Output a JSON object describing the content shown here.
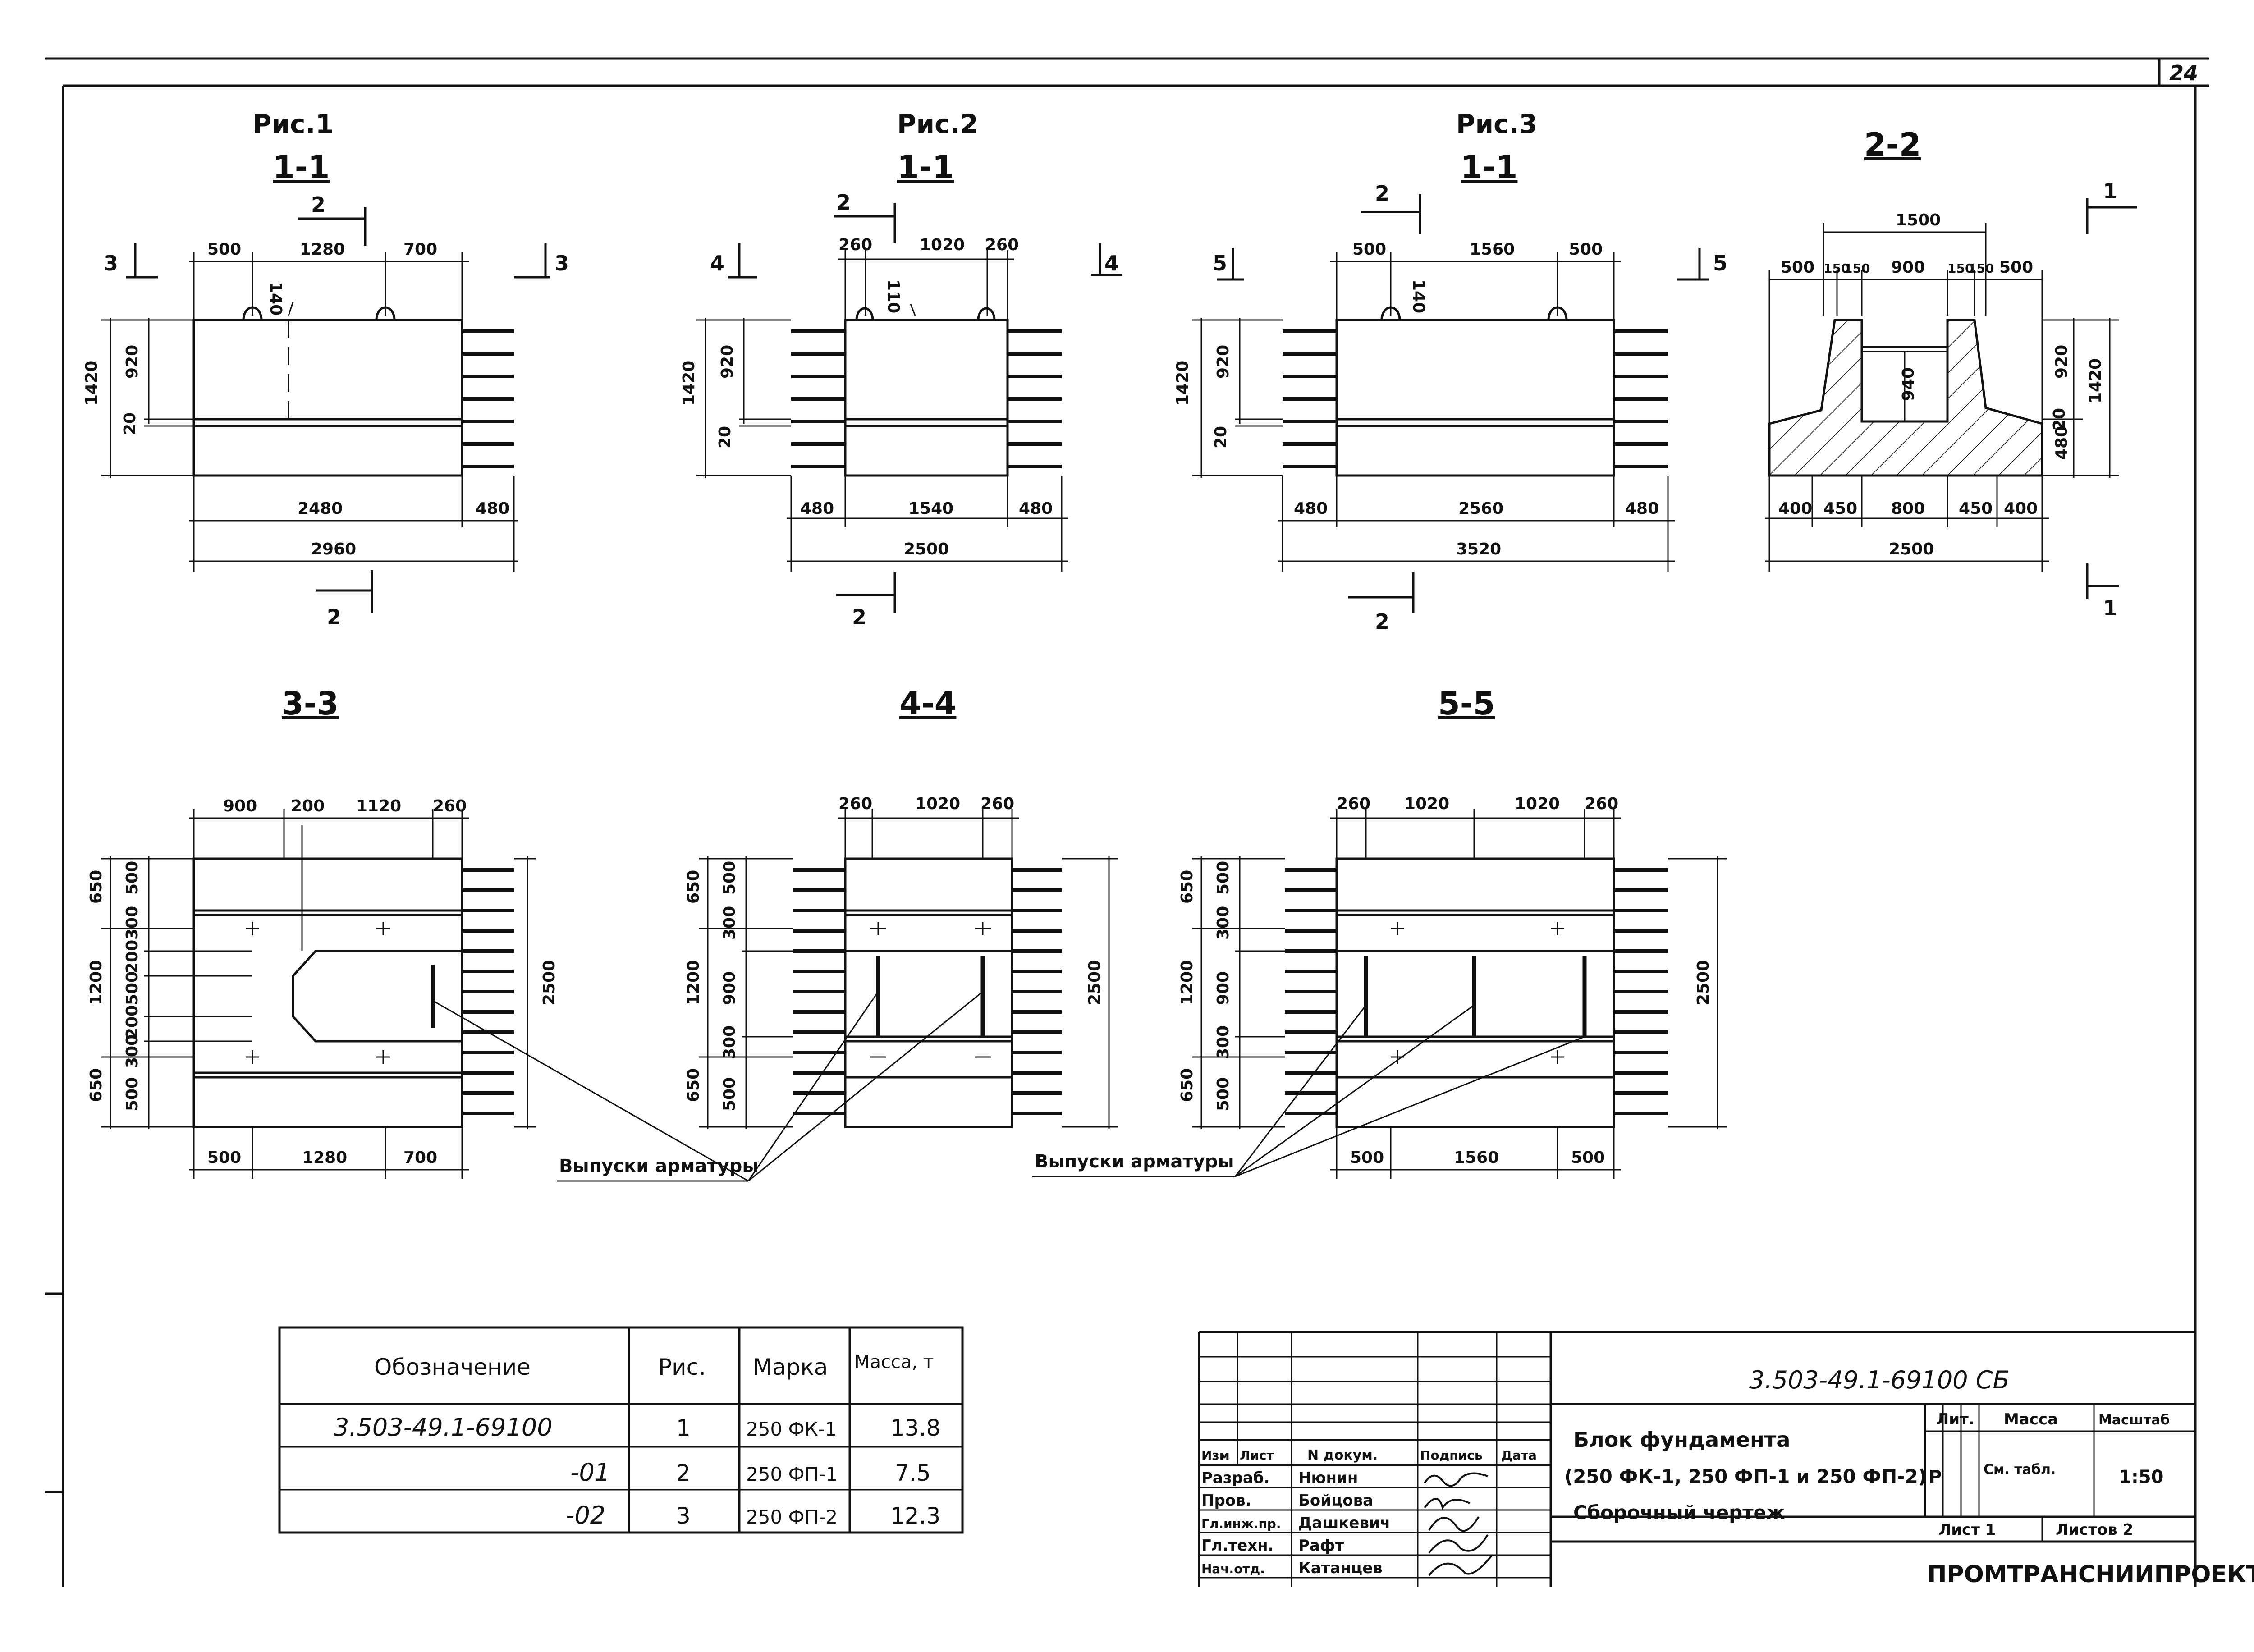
{
  "page_number": "24",
  "figures": {
    "fig1": {
      "caption": "Рис.1",
      "section": "1-1",
      "cut_left": "3",
      "cut_right": "3",
      "cut_top": "2",
      "cut_bottom": "2",
      "top_dims": [
        "500",
        "1280",
        "700"
      ],
      "loop_dim": "140",
      "height_dims": [
        "1420",
        "920",
        "20"
      ],
      "bottom_dims": [
        "2480",
        "480"
      ],
      "overall": "2960"
    },
    "fig2": {
      "caption": "Рис.2",
      "section": "1-1",
      "cut_left": "4",
      "cut_right": "4",
      "cut_top": "2",
      "cut_bottom": "2",
      "top_dims": [
        "260",
        "1020",
        "260"
      ],
      "loop_dim": "110",
      "height_dims": [
        "1420",
        "920",
        "20"
      ],
      "bottom_dims": [
        "480",
        "1540",
        "480"
      ],
      "overall": "2500"
    },
    "fig3": {
      "caption": "Рис.3",
      "section": "1-1",
      "cut_left": "5",
      "cut_right": "5",
      "cut_top": "2",
      "cut_bottom": "2",
      "top_dims": [
        "500",
        "1560",
        "500"
      ],
      "loop_dim": "140",
      "height_dims": [
        "1420",
        "920",
        "20"
      ],
      "bottom_dims": [
        "480",
        "2560",
        "480"
      ],
      "overall": "3520"
    },
    "sec22": {
      "section": "2-2",
      "cut_mark": "1",
      "top_overall": "1500",
      "top_dims": [
        "500",
        "150",
        "150",
        "900",
        "150",
        "150",
        "500"
      ],
      "inner_dim": "940",
      "height_dims": [
        "920",
        "20",
        "480",
        "1420"
      ],
      "bottom_dims": [
        "400",
        "450",
        "800",
        "450",
        "400"
      ],
      "overall": "2500"
    },
    "sec33": {
      "section": "3-3",
      "top_dims": [
        "900",
        "200",
        "1120",
        "260"
      ],
      "left_dims": [
        "650",
        "500",
        "300",
        "200",
        "500",
        "200",
        "300",
        "500",
        "650",
        "1200"
      ],
      "right_dim": "2500",
      "bottom_dims": [
        "500",
        "1280",
        "700"
      ]
    },
    "sec44": {
      "section": "4-4",
      "top_dims": [
        "260",
        "1020",
        "260"
      ],
      "left_dims": [
        "650",
        "500",
        "300",
        "1200",
        "900",
        "300",
        "650",
        "500"
      ],
      "right_dim": "2500"
    },
    "sec55": {
      "section": "5-5",
      "top_dims": [
        "260",
        "1020",
        "1020",
        "260"
      ],
      "left_dims": [
        "650",
        "500",
        "300",
        "1200",
        "900",
        "300",
        "650",
        "500"
      ],
      "right_dim": "2500",
      "bottom_dims": [
        "500",
        "1560",
        "500"
      ]
    },
    "rebar_label_1": "Выпуски арматуры",
    "rebar_label_2": "Выпуски арматуры"
  },
  "spec_table": {
    "headers": [
      "Обозначение",
      "Рис.",
      "Марка",
      "Масса, т"
    ],
    "rows": [
      [
        "3.503-49.1-69100",
        "1",
        "250 ФК-1",
        "13.8"
      ],
      [
        "-01",
        "2",
        "250 ФП-1",
        "7.5"
      ],
      [
        "-02",
        "3",
        "250 ФП-2",
        "12.3"
      ]
    ]
  },
  "title_block": {
    "doc_code": "3.503-49.1-69100 СБ",
    "col_headers": [
      "Изм",
      "Лист",
      "N докум.",
      "Подпись",
      "Дата"
    ],
    "roles": [
      {
        "role": "Разраб.",
        "name": "Нюнин"
      },
      {
        "role": "Пров.",
        "name": "Бойцова"
      },
      {
        "role": "Гл.инж.пр.",
        "name": "Дашкевич"
      },
      {
        "role": "Гл.техн.",
        "name": "Рафт"
      },
      {
        "role": "Нач.отд.",
        "name": "Катанцев"
      }
    ],
    "title_lines": [
      "Блок фундамента",
      "(250 ФК-1, 250 ФП-1 и 250 ФП-2)",
      "Сборочный чертеж"
    ],
    "lit_label": "Лит.",
    "mass_label": "Масса",
    "scale_label": "Масштаб",
    "lit_value": "Р",
    "mass_value": "См. табл.",
    "scale_value": "1:50",
    "sheet_label": "Лист 1",
    "sheets_label": "Листов 2",
    "org": "ПРОМТРАНСНИИПРОЕКТ"
  }
}
